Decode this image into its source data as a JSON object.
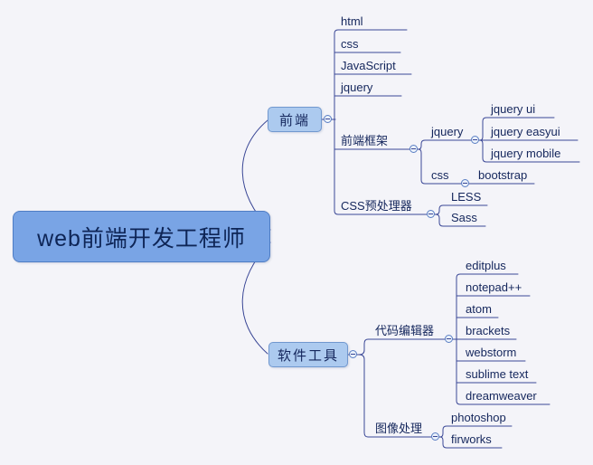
{
  "colors": {
    "background": "#f4f4f9",
    "line": "#3a4796",
    "root_fill": "#79a4e5",
    "root_border": "#4f7dc4",
    "topic_fill": "#accaef",
    "topic_border": "#7198cf",
    "text": "#14265c"
  },
  "icons": {
    "collapse": "minus-circle"
  },
  "mindmap": {
    "root": "web前端开发工程师",
    "branches": [
      {
        "label": "前端",
        "children": [
          {
            "label": "html"
          },
          {
            "label": "css"
          },
          {
            "label": "JavaScript"
          },
          {
            "label": "jquery"
          },
          {
            "label": "前端框架",
            "children": [
              {
                "label": "jquery",
                "children": [
                  {
                    "label": "jquery ui"
                  },
                  {
                    "label": "jquery easyui"
                  },
                  {
                    "label": "jquery mobile"
                  }
                ]
              },
              {
                "label": "css",
                "children": [
                  {
                    "label": "bootstrap"
                  }
                ]
              }
            ]
          },
          {
            "label": "CSS预处理器",
            "children": [
              {
                "label": "LESS"
              },
              {
                "label": "Sass"
              }
            ]
          }
        ]
      },
      {
        "label": "软件工具",
        "children": [
          {
            "label": "代码编辑器",
            "children": [
              {
                "label": "editplus"
              },
              {
                "label": "notepad++"
              },
              {
                "label": "atom"
              },
              {
                "label": "brackets"
              },
              {
                "label": "webstorm"
              },
              {
                "label": "sublime text"
              },
              {
                "label": "dreamweaver"
              }
            ]
          },
          {
            "label": "图像处理",
            "children": [
              {
                "label": "photoshop"
              },
              {
                "label": "firworks"
              }
            ]
          }
        ]
      }
    ]
  }
}
